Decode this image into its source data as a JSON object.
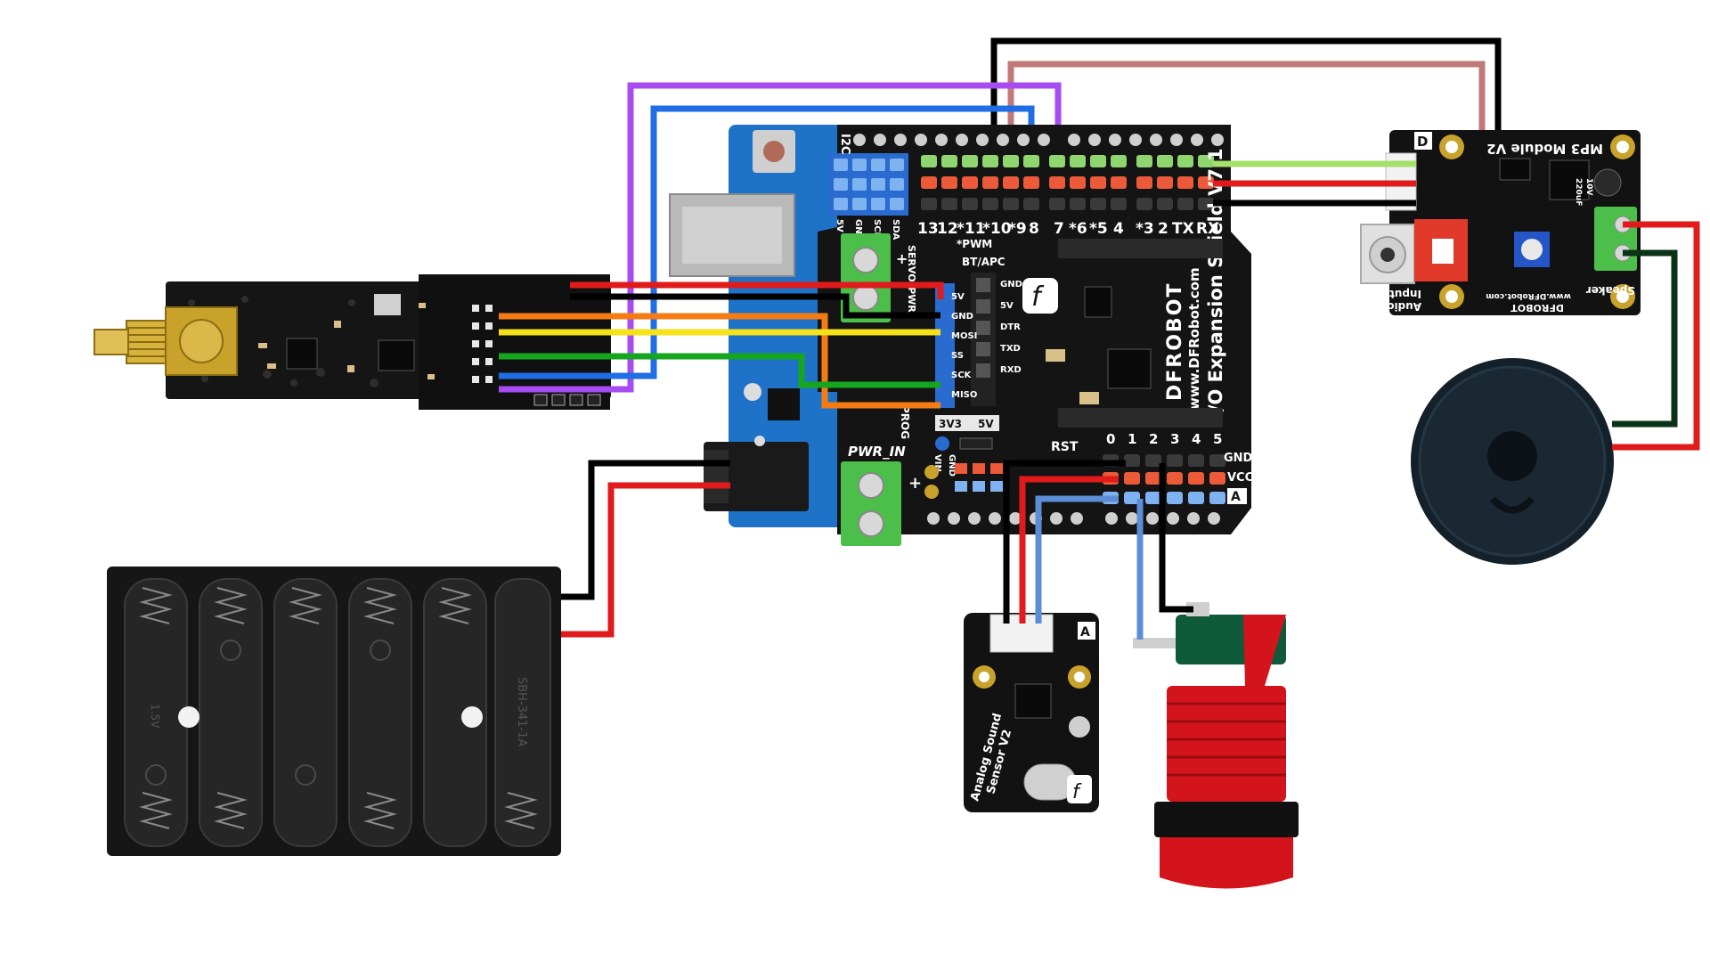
{
  "colors": {
    "wire_black": "#000000",
    "wire_red": "#e11b1b",
    "wire_purple": "#a64cf2",
    "wire_blue": "#1f6ee6",
    "wire_orange": "#f57c14",
    "wire_yellow": "#f5e21a",
    "wire_green": "#15a51f",
    "wire_dusty_pink": "#c07878",
    "wire_light_green": "#a5e06a",
    "wire_light_blue": "#5b8ed6",
    "wire_dark_green": "#0b3317",
    "pcb_black": "#141414",
    "pcb_blue": "#1e72c8",
    "terminal_green": "#4cbe4a",
    "button_red": "#d3141c",
    "lever_green": "#0f5a3a"
  },
  "shield": {
    "name": "I/O Expansion Shield V7.1",
    "brand": "DFROBOT",
    "url": "www.DFRobot.com",
    "i2c": "I2C",
    "i2c_pins": [
      "5V",
      "GND",
      "SCL",
      "SDA"
    ],
    "servo": "SERVO_PWR",
    "bt": "BT/APC",
    "bt_pins": [
      "GND",
      "5V",
      "DTR",
      "TXD",
      "RXD"
    ],
    "spi_pins": [
      "5V",
      "GND",
      "MOSI",
      "SS",
      "SCK",
      "MISO"
    ],
    "pwm": "*PWM",
    "digital_pins": [
      "13",
      "12",
      "*11",
      "*10",
      "*9",
      "8",
      "7",
      "*6",
      "*5",
      "4",
      "*3",
      "2",
      "TX",
      "RX"
    ],
    "analog_pins": [
      "0",
      "1",
      "2",
      "3",
      "4",
      "5"
    ],
    "rst": "RST",
    "gnd": "GND",
    "vcc": "VCC",
    "a": "A",
    "prog": "PROG",
    "pwr_in": "PWR_IN",
    "v3v3": "3V3",
    "v5v": "5V",
    "vin": "VIN",
    "gnd2": "GND",
    "plus": "+"
  },
  "mp3": {
    "title": "MP3 Module V2",
    "label_d": "D",
    "audio": "Audio",
    "input": "Input",
    "speaker": "Speaker",
    "brand": "DFROBOT",
    "url": "www.DFRobot.com",
    "cap": "220uF",
    "cap2": "10V"
  },
  "sound": {
    "name": "Analog Sound",
    "name2": "Sensor V2",
    "label_a": "A"
  },
  "battery": {
    "voltage": "1.5V",
    "part": "SBH-341-1A"
  }
}
